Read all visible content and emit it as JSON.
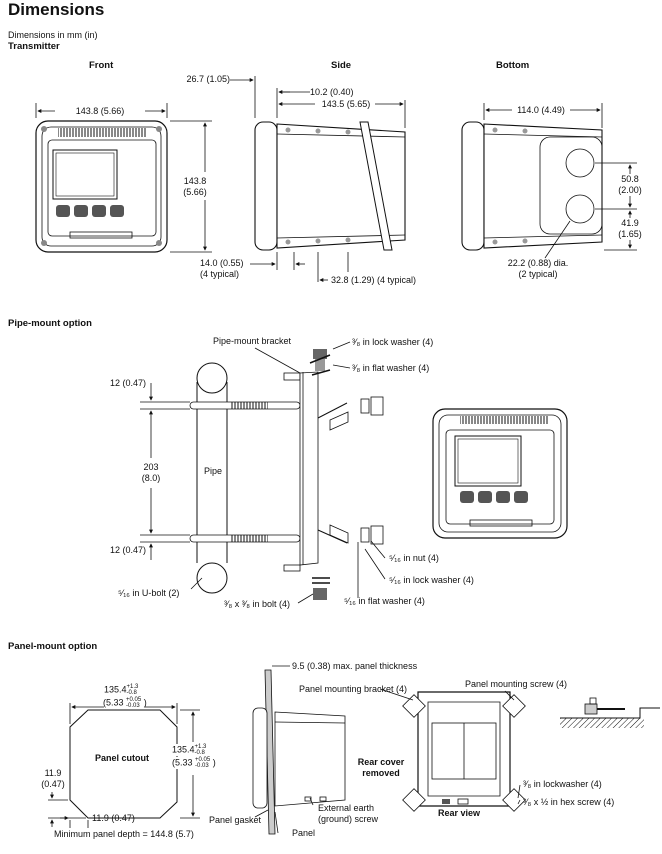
{
  "title": "Dimensions",
  "subtitle": "Dimensions in mm (in)",
  "transmitter": {
    "heading": "Transmitter",
    "front": "Front",
    "side": "Side",
    "bottom": "Bottom",
    "dim_front_width": "143.8 (5.66)",
    "dim_front_height": "143.8\n(5.66)",
    "dim_side_26": "26.7 (1.05)",
    "dim_side_10": "10.2 (0.40)",
    "dim_side_143": "143.5 (5.65)",
    "dim_side_14": "14.0 (0.55)\n(4 typical)",
    "dim_side_32": "32.8 (1.29) (4 typical)",
    "dim_bottom_114": "114.0 (4.49)",
    "dim_bottom_50": "50.8\n(2.00)",
    "dim_bottom_41": "41.9\n(1.65)",
    "dim_bottom_22": "22.2 (0.88) dia.\n(2 typical)"
  },
  "pipe_mount": {
    "heading": "Pipe-mount option",
    "bracket": "Pipe-mount bracket",
    "lock_washer_38": "³⁄₈ in lock washer (4)",
    "flat_washer_38": "³⁄₈ in flat washer (4)",
    "dim_12_top": "12 (0.47)",
    "dim_203": "203\n(8.0)",
    "pipe": "Pipe",
    "dim_12_bottom": "12 (0.47)",
    "ubolt": "⁵⁄₁₆ in U-bolt (2)",
    "nut": "⁵⁄₁₆ in nut (4)",
    "lock_washer_516": "⁵⁄₁₆ in lock washer (4)",
    "flat_washer_516": "⁵⁄₁₆ in flat washer (4)",
    "bolt": "³⁄₈ x ³⁄₈ in bolt (4)"
  },
  "panel_mount": {
    "heading": "Panel-mount option",
    "dim_135_top": "135.4",
    "dim_135_top_tol": "+1.3\n-0.8",
    "dim_533_top": "(5.33",
    "dim_533_top_tol": "+0.05\n-0.03",
    "dim_533_top_close": ")",
    "cutout": "Panel cutout",
    "dim_135_right": "135.4",
    "dim_135_right_tol": "+1.3\n-0.8",
    "dim_533_right": "(5.33",
    "dim_533_right_tol": "+0.05\n-0.03",
    "dim_533_right_close": ")",
    "dim_119_left": "11.9\n(0.47)",
    "dim_119_bottom": "11.9 (0.47)",
    "min_depth": "Minimum panel depth = 144.8 (5.7)",
    "thickness": "9.5 (0.38) max. panel thickness",
    "bracket": "Panel mounting bracket (4)",
    "screw": "Panel mounting screw (4)",
    "rear_cover": "Rear cover\nremoved",
    "rear_view": "Rear view",
    "lockwasher": "³⁄₈ in lockwasher (4)",
    "hex_screw": "³⁄₈ x ½ in hex screw (4)",
    "gasket": "Panel gasket",
    "earth": "External earth\n(ground) screw",
    "panel": "Panel"
  }
}
